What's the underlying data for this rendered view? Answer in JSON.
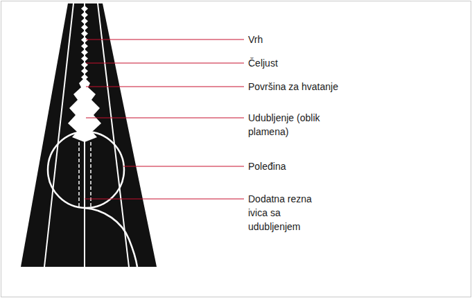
{
  "diagram": {
    "labels": [
      "Vrh",
      "Čeljust",
      "Površina za hvatanje",
      "Udubljenje (oblik plamena)",
      "Poleđina",
      "Dodatna rezna ivica sa udubljenjem"
    ]
  }
}
